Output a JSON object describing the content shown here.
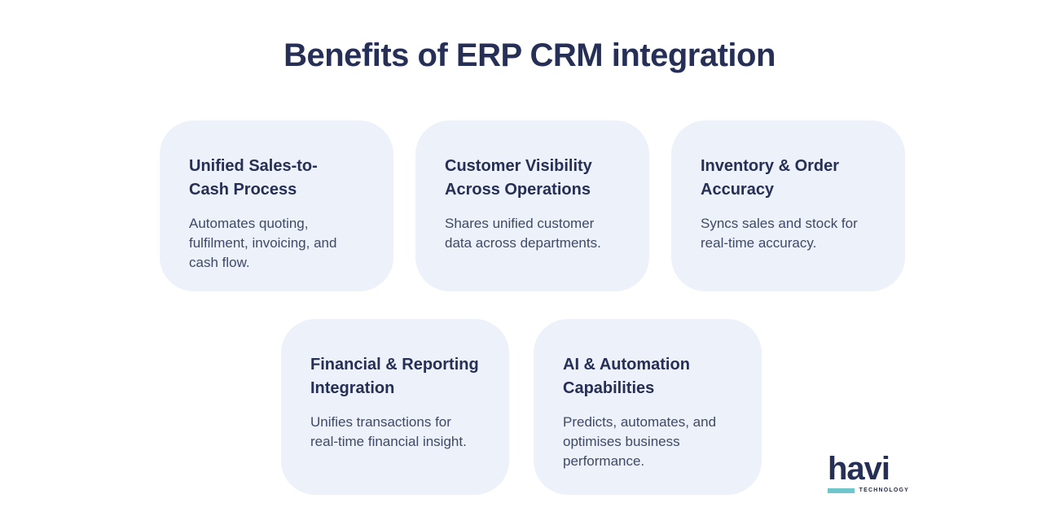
{
  "title": "Benefits of ERP CRM integration",
  "cards": [
    {
      "title": "Unified Sales-to-\nCash Process",
      "description": "Automates quoting,\nfulfilment, invoicing, and\ncash flow."
    },
    {
      "title": "Customer Visibility\nAcross Operations",
      "description": "Shares unified customer\ndata across departments."
    },
    {
      "title": "Inventory & Order\nAccuracy",
      "description": "Syncs sales and stock for\nreal-time accuracy."
    },
    {
      "title": "Financial & Reporting\nIntegration",
      "description": "Unifies transactions for\nreal-time financial insight."
    },
    {
      "title": "AI & Automation\nCapabilities",
      "description": "Predicts, automates, and\noptimises business\nperformance."
    }
  ],
  "logo": {
    "wordmark": "havi",
    "subtext": "TECHNOLOGY"
  },
  "colors": {
    "heading_navy": "#262f55",
    "body_text": "#3f4a68",
    "card_background": "#edf1f9",
    "logo_teal": "#6fc6ca",
    "page_background": "#ffffff"
  }
}
